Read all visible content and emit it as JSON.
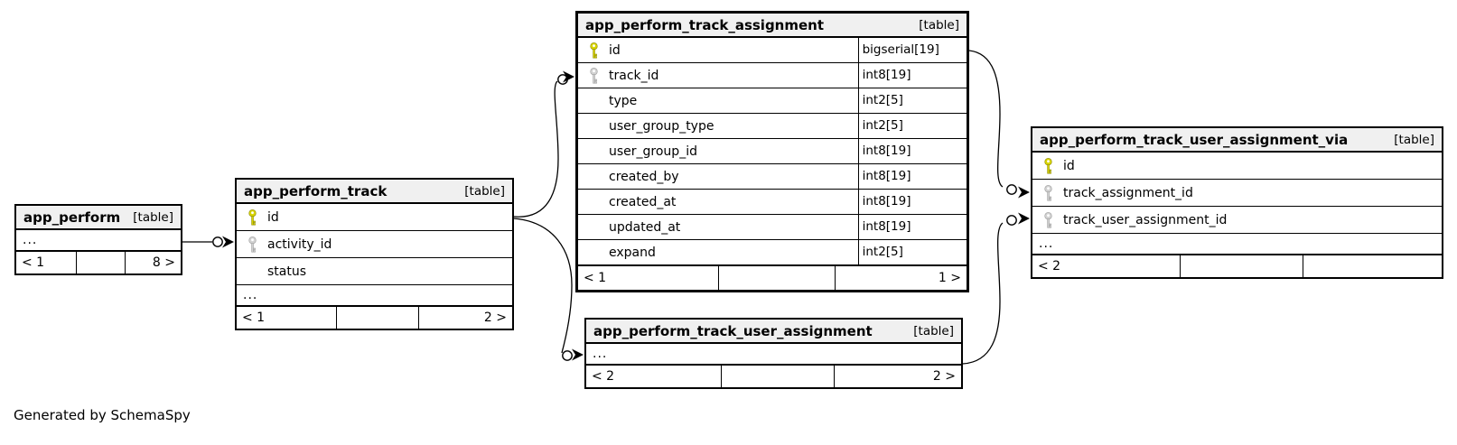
{
  "page": {
    "footer_note": "Generated by SchemaSpy"
  },
  "colors": {
    "primary_key_icon": "#d8d400",
    "foreign_key_icon": "#d2d2d2",
    "header_background": "#f0f0f0",
    "border": "#000000"
  },
  "tables": {
    "app_perform": {
      "name": "app_perform",
      "badge": "[table]",
      "ellipsis": "...",
      "footer": {
        "left": "< 1",
        "right": "8 >"
      }
    },
    "app_perform_track": {
      "name": "app_perform_track",
      "badge": "[table]",
      "columns": [
        {
          "name": "id",
          "key": "primary"
        },
        {
          "name": "activity_id",
          "key": "foreign"
        },
        {
          "name": "status",
          "key": "none"
        }
      ],
      "ellipsis": "...",
      "footer": {
        "left": "< 1",
        "right": "2 >"
      }
    },
    "app_perform_track_assignment": {
      "name": "app_perform_track_assignment",
      "badge": "[table]",
      "columns": [
        {
          "name": "id",
          "type": "bigserial[19]",
          "key": "primary"
        },
        {
          "name": "track_id",
          "type": "int8[19]",
          "key": "foreign"
        },
        {
          "name": "type",
          "type": "int2[5]",
          "key": "none"
        },
        {
          "name": "user_group_type",
          "type": "int2[5]",
          "key": "none"
        },
        {
          "name": "user_group_id",
          "type": "int8[19]",
          "key": "none"
        },
        {
          "name": "created_by",
          "type": "int8[19]",
          "key": "none"
        },
        {
          "name": "created_at",
          "type": "int8[19]",
          "key": "none"
        },
        {
          "name": "updated_at",
          "type": "int8[19]",
          "key": "none"
        },
        {
          "name": "expand",
          "type": "int2[5]",
          "key": "none"
        }
      ],
      "footer": {
        "left": "< 1",
        "right": "1 >"
      }
    },
    "app_perform_track_user_assignment_via": {
      "name": "app_perform_track_user_assignment_via",
      "badge": "[table]",
      "columns": [
        {
          "name": "id",
          "key": "primary"
        },
        {
          "name": "track_assignment_id",
          "key": "foreign"
        },
        {
          "name": "track_user_assignment_id",
          "key": "foreign"
        }
      ],
      "ellipsis": "...",
      "footer": {
        "left": "< 2",
        "right": ""
      }
    },
    "app_perform_track_user_assignment": {
      "name": "app_perform_track_user_assignment",
      "badge": "[table]",
      "ellipsis": "...",
      "footer": {
        "left": "< 2",
        "right": "2 >"
      }
    }
  }
}
